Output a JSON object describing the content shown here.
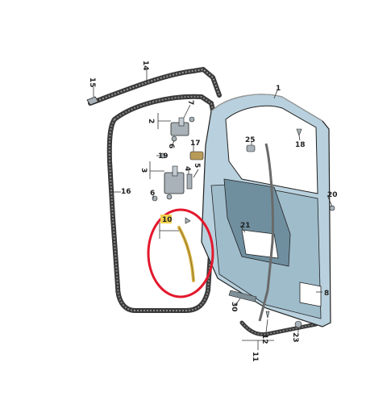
{
  "diagram": {
    "callouts": [
      "1",
      "2",
      "3",
      "4",
      "5",
      "6",
      "7",
      "8",
      "10",
      "11",
      "12",
      "14",
      "15",
      "16",
      "17",
      "18",
      "19",
      "20",
      "21",
      "23",
      "25",
      "30"
    ],
    "highlight": {
      "part": "10",
      "marker_color": "#e3182d",
      "label_bg": "#f2d24b"
    },
    "colors": {
      "door_panel": "#b9d1de",
      "door_panel_dark": "#8fb0c2",
      "seal": "#3a3a3a",
      "seal_core": "#8a8a8a",
      "part_grey": "#a8b2b8",
      "weatherstrip_yellow": "#d9b64a",
      "highlight_ring": "#e3182d"
    }
  }
}
